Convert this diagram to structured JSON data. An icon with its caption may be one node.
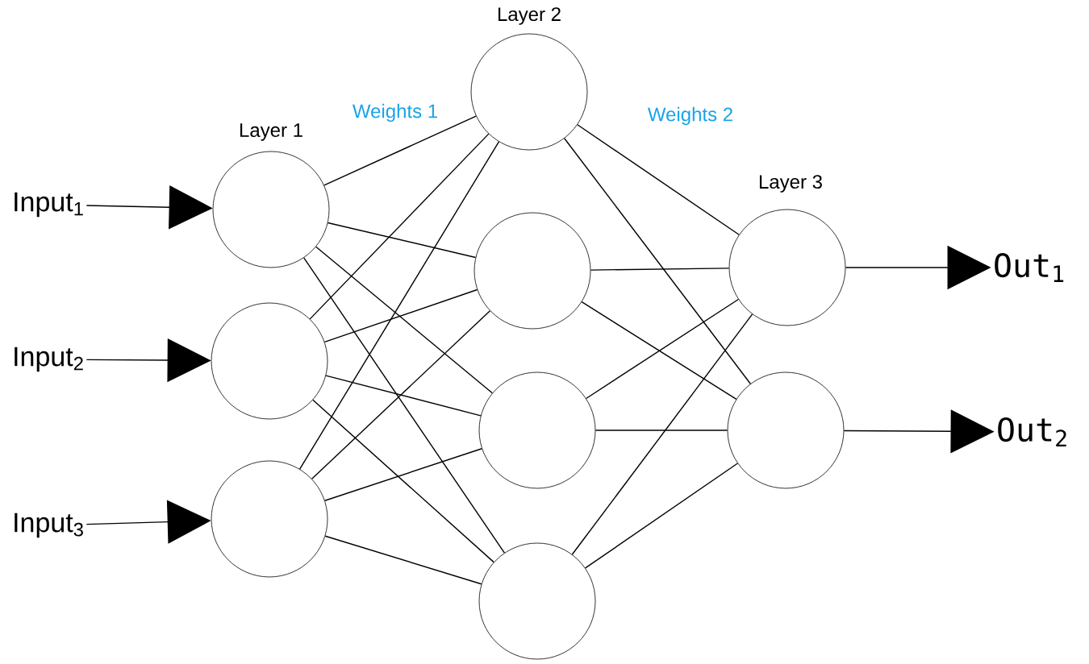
{
  "diagram": {
    "nodes": [
      {
        "text": [
          "Input$_{1}$"
        ]
      },
      {
        "text": [
          "Input$_{2}$"
        ]
      },
      {
        "text": [
          "Input$_{3}$"
        ]
      },
      {
        "text": [],
        "shape": "circle"
      },
      {
        "text": [],
        "shape": "circle"
      },
      {
        "text": [],
        "shape": "circle"
      },
      {
        "text": [],
        "shape": "circle"
      },
      {
        "text": [],
        "shape": "circle"
      },
      {
        "text": [],
        "shape": "circle"
      },
      {
        "text": [],
        "shape": "circle"
      },
      {
        "text": [],
        "shape": "circle"
      },
      {
        "text": [],
        "shape": "circle"
      },
      {
        "text": [
          "Out$_{1}$"
        ]
      },
      {
        "text": [
          "Out$_{2}$"
        ]
      }
    ],
    "edges": [
      {
        "from": 0,
        "to": 3,
        "arrow": "to"
      },
      {
        "from": 1,
        "to": 4,
        "arrow": "to"
      },
      {
        "from": 2,
        "to": 5,
        "arrow": "to"
      },
      {
        "from": 3,
        "to": 6,
        "arrow": "none"
      },
      {
        "from": 3,
        "to": 7,
        "arrow": "none"
      },
      {
        "from": 3,
        "to": 8,
        "arrow": "none"
      },
      {
        "from": 3,
        "to": 9,
        "arrow": "none"
      },
      {
        "from": 4,
        "to": 6,
        "arrow": "none"
      },
      {
        "from": 4,
        "to": 7,
        "arrow": "none"
      },
      {
        "from": 4,
        "to": 8,
        "arrow": "none"
      },
      {
        "from": 4,
        "to": 9,
        "arrow": "none"
      },
      {
        "from": 5,
        "to": 6,
        "arrow": "none"
      },
      {
        "from": 5,
        "to": 7,
        "arrow": "none"
      },
      {
        "from": 5,
        "to": 8,
        "arrow": "none"
      },
      {
        "from": 5,
        "to": 9,
        "arrow": "none"
      },
      {
        "from": 6,
        "to": 10,
        "arrow": "none"
      },
      {
        "from": 6,
        "to": 11,
        "arrow": "none"
      },
      {
        "from": 7,
        "to": 10,
        "arrow": "none"
      },
      {
        "from": 7,
        "to": 11,
        "arrow": "none"
      },
      {
        "from": 8,
        "to": 10,
        "arrow": "none"
      },
      {
        "from": 8,
        "to": 11,
        "arrow": "none"
      },
      {
        "from": 9,
        "to": 10,
        "arrow": "none"
      },
      {
        "from": 9,
        "to": 11,
        "arrow": "none"
      },
      {
        "from": 10,
        "to": 12,
        "arrow": "to"
      },
      {
        "from": 11,
        "to": 13,
        "arrow": "to"
      }
    ],
    "labels": [
      "Layer 2",
      "Layer 1",
      "Weights 1",
      "Weights 2",
      "Layer 3"
    ]
  }
}
